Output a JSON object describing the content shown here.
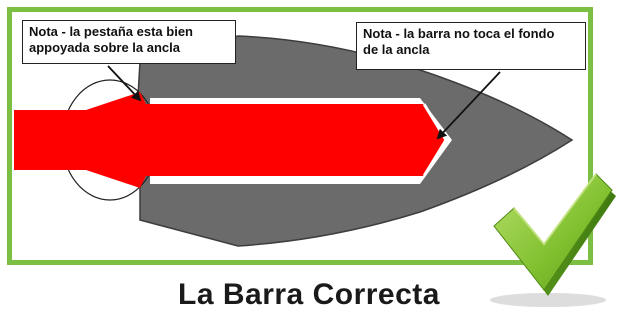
{
  "notes": {
    "left": "Nota - la pestaña esta bien\nappoyada sobre la ancla",
    "right": "Nota - la barra no toca el fondo\nde la ancla"
  },
  "caption": "La Barra Correcta",
  "colors": {
    "frame_border": "#7bc043",
    "anchor_body": "#6b6b6b",
    "bar": "#ff0000",
    "checkmark": "#8cc63f"
  },
  "icons": {
    "checkmark": "checkmark-icon"
  }
}
